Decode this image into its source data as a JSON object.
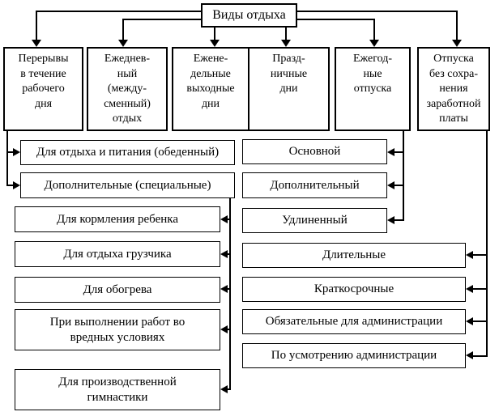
{
  "diagram": {
    "title": "Виды отдыха",
    "colors": {
      "line": "#000000",
      "box_border": "#000000",
      "box_background": "#ffffff",
      "page_background": "#ffffff",
      "text": "#000000"
    },
    "nodes": {
      "root": {
        "label": "Виды отдыха"
      },
      "breaks_workday": {
        "label": "Перерывы\nв течение\nрабочего\nдня"
      },
      "daily_rest": {
        "label": "Ежеднев-\nный\n(между-\nсменный)\nотдых"
      },
      "weekly_days_off": {
        "label": "Ежене-\nдельные\nвыходные\nдни"
      },
      "holidays": {
        "label": "Празд-\nничные\nдни"
      },
      "annual_leave": {
        "label": "Ежегод-\nные\nотпуска"
      },
      "unpaid_leave": {
        "label": "Отпуска\nбез сохра-\nнения\nзаработной\nплаты"
      },
      "lunch_break": {
        "label": "Для отдыха и питания (обеденный)"
      },
      "special_breaks": {
        "label": "Дополнительные (специальные)"
      },
      "child_feeding": {
        "label": "Для кормления ребенка"
      },
      "loader_rest": {
        "label": "Для отдыха грузчика"
      },
      "warming": {
        "label": "Для обогрева"
      },
      "harmful_conditions": {
        "label": "При выполнении работ во\nвредных условиях"
      },
      "industrial_gymnastics": {
        "label": "Для производственной\nгимнастики"
      },
      "main_leave": {
        "label": "Основной"
      },
      "additional_leave": {
        "label": "Дополнительный"
      },
      "extended_leave": {
        "label": "Удлиненный"
      },
      "long_term": {
        "label": "Длительные"
      },
      "short_term": {
        "label": "Краткосрочные"
      },
      "mandatory_admin": {
        "label": "Обязательные для администрации"
      },
      "admin_discretion": {
        "label": "По усмотрению администрации"
      }
    }
  }
}
